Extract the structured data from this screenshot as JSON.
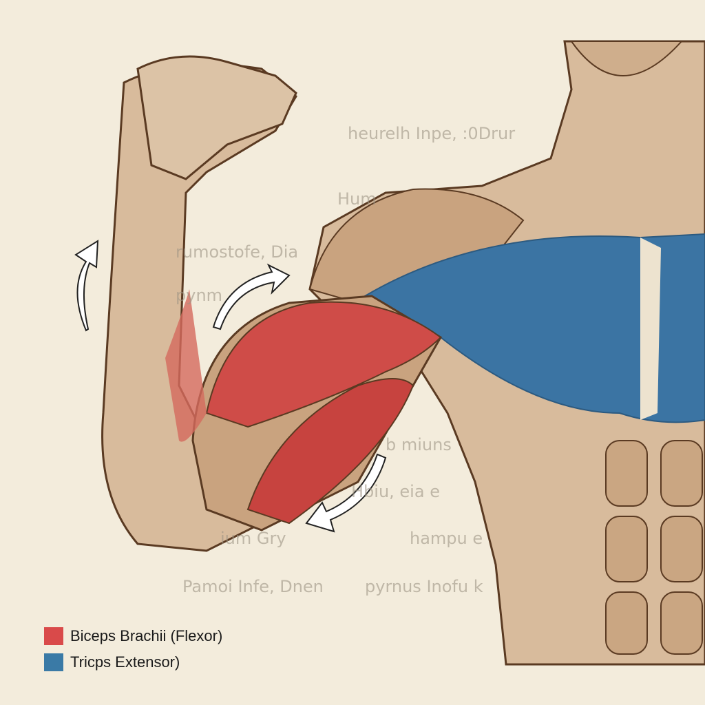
{
  "background_text": [
    "heurelh Inpe, :0Drur",
    "Hum",
    "rumostofe, Dia",
    "pynm",
    "b miuns",
    "Hbiu, eia e",
    "ium Gry",
    "hampu e",
    "Pamoi Infe, Dnen",
    "pyrnus Inofu k"
  ],
  "legend": [
    {
      "label": "Biceps Brachii (Flexor)",
      "color": "#d94a4a"
    },
    {
      "label": "Tricps Extensor)",
      "color": "#3a7aa6"
    }
  ],
  "colors": {
    "skin": "#d8bb9c",
    "outline": "#5a3a22",
    "biceps": "#cf4c48",
    "triceps": "#3b74a3",
    "paper": "#f3ecdc"
  },
  "icons": [
    "curved-arrow-up",
    "curved-arrow-right",
    "curved-arrow-down-left"
  ]
}
